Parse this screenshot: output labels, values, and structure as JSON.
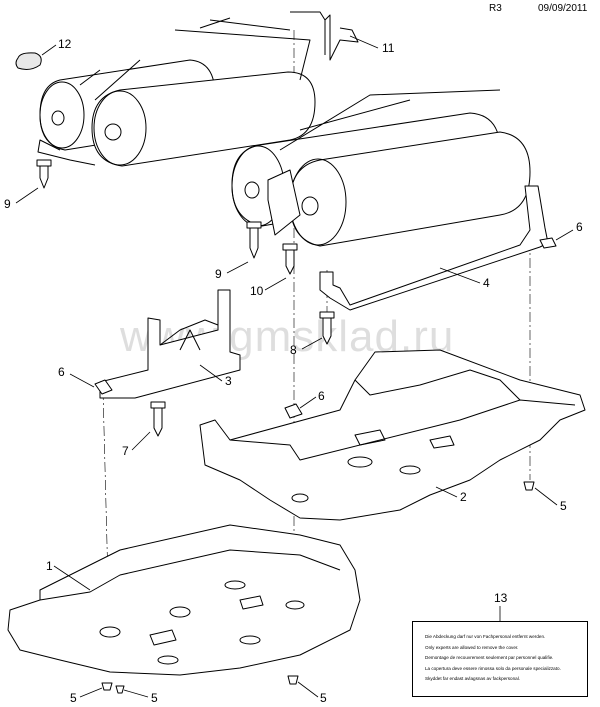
{
  "header": {
    "revision": "R3",
    "date": "09/09/2011"
  },
  "watermark": "www.gmsklad.ru",
  "callouts": [
    "12",
    "11",
    "9",
    "9",
    "10",
    "8",
    "4",
    "6",
    "3",
    "6",
    "7",
    "6",
    "2",
    "5",
    "1",
    "5",
    "5",
    "5",
    "13"
  ],
  "warning_label": {
    "lines": [
      "Die Abdeckung darf nur von Fachpersonal entfernt werden.",
      "Only experts are allowed to remove the cover.",
      "Demontage de recouvrement seulement par personnel qualifie.",
      "La copertura deve essere rimossa solo da personale specializzato.",
      "Skyddet far endast avlagsnas av fackpersonal."
    ]
  }
}
